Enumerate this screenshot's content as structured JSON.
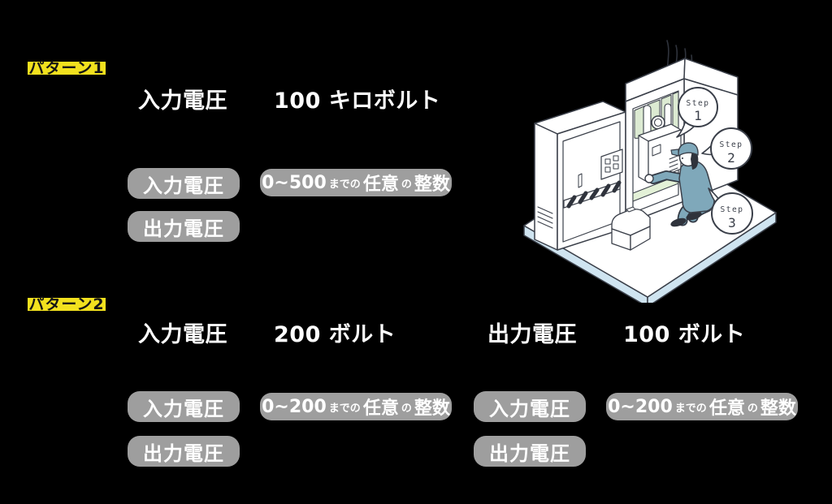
{
  "colors": {
    "background": "#000000",
    "pill_gray": "#9e9e9e",
    "pill_text": "#ffffff",
    "tag_yellow": "#f2e11e",
    "header_text": "#ffffff",
    "illustration_outline": "#3a3f49",
    "floor_blue": "#cfe4f0",
    "curtain_green": "#dcead2",
    "interior_floor_green": "#e3f1d7",
    "worker_teal": "#7fa8ba"
  },
  "pattern1": {
    "tag": "パターン1",
    "header": {
      "label": "入力電圧",
      "value": "100 キロボルト"
    },
    "input_pill": "入力電圧",
    "output_pill": "出力電圧",
    "range_pill": {
      "num": "0~500",
      "suffix": "までの",
      "big1": "任意",
      "small": "の",
      "big2": "整数"
    }
  },
  "pattern2": {
    "tag": "パターン2",
    "left": {
      "header": {
        "label": "入力電圧",
        "value": "200 ボルト"
      },
      "input_pill": "入力電圧",
      "output_pill": "出力電圧",
      "range_pill": {
        "num": "0~200",
        "suffix": "までの",
        "big1": "任意",
        "small": "の",
        "big2": "整数"
      }
    },
    "right": {
      "header": {
        "label": "出力電圧",
        "value": "100 ボルト"
      },
      "input_pill": "入力電圧",
      "output_pill": "出力電圧",
      "range_pill": {
        "num": "0~200",
        "suffix": "までの",
        "big1": "任意",
        "small": "の",
        "big2": "整数"
      }
    }
  },
  "illustration": {
    "steps": [
      {
        "label": "Step",
        "number": "1"
      },
      {
        "label": "Step",
        "number": "2"
      },
      {
        "label": "Step",
        "number": "3"
      }
    ]
  }
}
